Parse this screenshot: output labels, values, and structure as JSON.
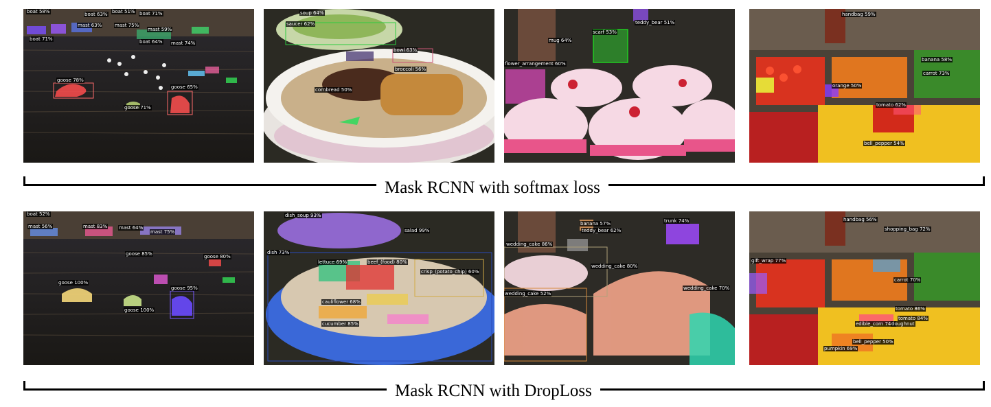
{
  "rows": [
    {
      "caption": "Mask RCNN with softmax loss",
      "panels": [
        {
          "id": "swans",
          "labels": [
            "boat 58%",
            "boat 63%",
            "boat 51%",
            "boat 71%",
            "mast 63%",
            "mast 75%",
            "mast 59%",
            "mast 74%",
            "boat 64%",
            "boat 71%",
            "goose 78%",
            "goose 71%",
            "goose 65%"
          ]
        },
        {
          "id": "food",
          "labels": [
            "soup 64%",
            "saucer 62%",
            "bowl 63%",
            "broccoli 56%",
            "cornbread 50%"
          ]
        },
        {
          "id": "cakes",
          "labels": [
            "scarf 53%",
            "flower_arrangement 60%",
            "mug 64%",
            "teddy_bear 51%"
          ]
        },
        {
          "id": "market",
          "labels": [
            "handbag 59%",
            "carrot 73%",
            "tomato 62%",
            "bell_pepper 54%",
            "orange 50%",
            "banana 58%"
          ]
        }
      ]
    },
    {
      "caption": "Mask RCNN with DropLoss",
      "panels": [
        {
          "id": "swans",
          "labels": [
            "boat 52%",
            "mast 56%",
            "mast 83%",
            "mast 64%",
            "mast 75%",
            "goose 85%",
            "goose 80%",
            "goose 100%",
            "goose 95%",
            "goose 100%"
          ]
        },
        {
          "id": "food",
          "labels": [
            "dish 73%",
            "dish_soup 93%",
            "salad 99%",
            "lettuce 69%",
            "beef_(food) 80%",
            "cauliflower 68%",
            "cucumber 85%",
            "crisp_(potato_chip) 60%"
          ]
        },
        {
          "id": "cakes",
          "labels": [
            "wedding_cake 86%",
            "wedding_cake 52%",
            "wedding_cake 80%",
            "wedding_cake 70%",
            "banana 57%",
            "trunk 74%",
            "teddy_bear 62%"
          ]
        },
        {
          "id": "market",
          "labels": [
            "handbag 56%",
            "shopping_bag 72%",
            "gift_wrap 77%",
            "tomato 86%",
            "tomato 84%",
            "edible_corn 74%",
            "doughnut",
            "bell_pepper 50%",
            "pumpkin 69%",
            "carrot 70%"
          ]
        }
      ]
    }
  ]
}
